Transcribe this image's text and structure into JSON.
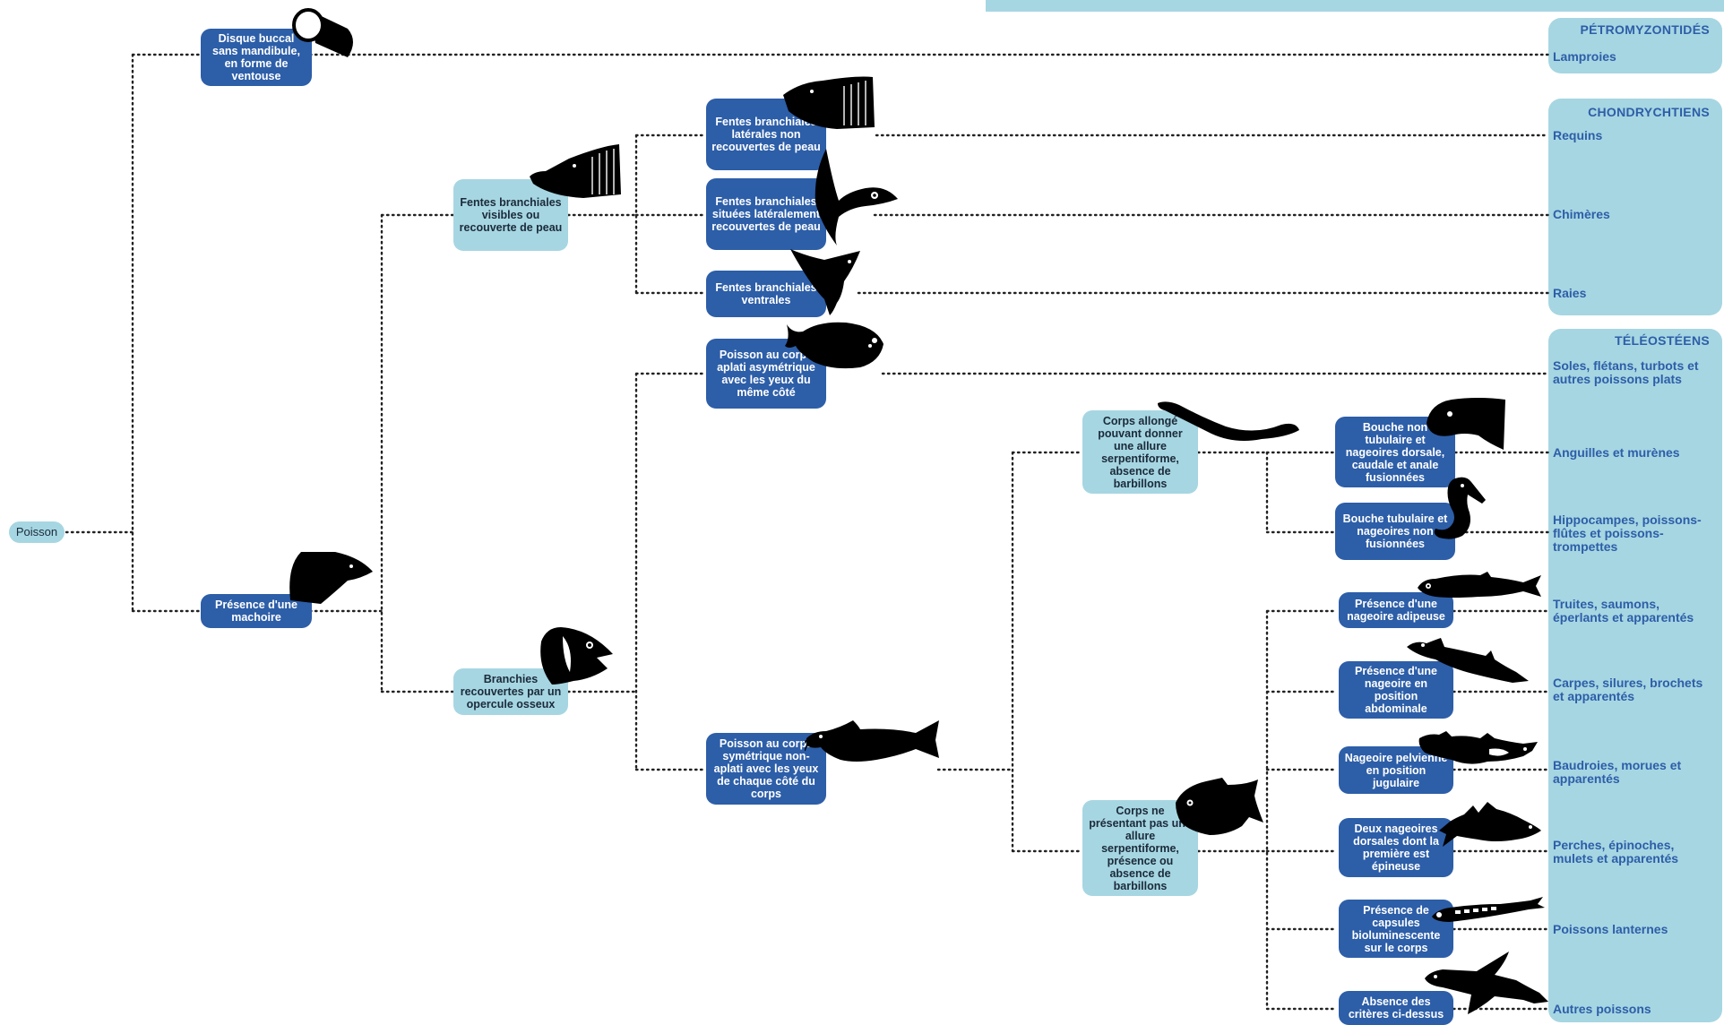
{
  "root": "Poisson",
  "characters": {
    "disque": "Disque buccal sans mandibule, en forme de ventouse",
    "machoire": "Présence d'une machoire",
    "fentes_visibles": "Fentes branchiales visibles ou recouverte de peau",
    "branchies_opercule": "Branchies recouvertes par un opercule osseux",
    "fentes_laterales_non": "Fentes branchiales latérales non recouvertes de peau",
    "fentes_laterales_rec": "Fentes branchiales situées latéralement recouvertes de peau",
    "fentes_ventrales": "Fentes branchiales ventrales",
    "aplati": "Poisson au corps aplati asymétrique avec les yeux du même côté",
    "symetrique": "Poisson au corps symétrique non-aplati avec les yeux de chaque côté du corps",
    "allonge": "Corps allongé pouvant donner une allure serpentiforme, absence de barbillons",
    "non_allonge": "Corps ne présentant pas une allure serpentiforme, présence ou absence de barbillons",
    "bouche_non_tub": "Bouche non tubulaire et nageoires dorsale, caudale et anale fusionnées",
    "bouche_tub": "Bouche tubulaire et nageoires non fusionnées",
    "adipeuse": "Présence d'une nageoire adipeuse",
    "abdominale": "Présence d'une nageoire en position abdominale",
    "jugulaire": "Nageoire pelvienne en position jugulaire",
    "deux_dorsales": "Deux nageoires dorsales dont la première est épineuse",
    "capsules": "Présence de capsules bioluminescente sur le corps",
    "absence": "Absence des critères ci-dessus"
  },
  "groups": {
    "petro": "PÉTROMYZONTIDÉS",
    "chondry": "CHONDRYCHTIENS",
    "teleo": "TÉLÉOSTÉENS"
  },
  "leaves": {
    "lamproies": "Lamproies",
    "requins": "Requins",
    "chimeres": "Chimères",
    "raies": "Raies",
    "soles": "Soles, flétans, turbots et autres poissons plats",
    "anguilles": "Anguilles et murènes",
    "hippocampes": "Hippocampes, poissons-flûtes et poissons-trompettes",
    "truites": "Truites, saumons, éperlants et apparentés",
    "carpes": "Carpes, silures, brochets et apparentés",
    "baudroies": "Baudroies, morues et apparentés",
    "perches": "Perches, épinoches, mulets et apparentés",
    "lanternes": "Poissons lanternes",
    "autres": "Autres poissons"
  },
  "icons": [
    "lamprey-mouth-icon",
    "shark-head-icon",
    "gill-slits-icon",
    "chimaera-icon",
    "ray-icon",
    "flatfish-icon",
    "gill-cover-icon",
    "catfish-icon",
    "eel-icon",
    "moray-icon",
    "seahorse-icon",
    "trout-icon",
    "pike-icon",
    "cod-icon",
    "perch-icon",
    "piranha-icon",
    "lanternfish-icon",
    "flyingfish-icon"
  ],
  "colors": {
    "dark_node": "#2d5ea8",
    "light_node": "#a6d6e2",
    "group_bg": "#a6d6e2",
    "leaf_text": "#2d5ea8",
    "line": "#222222"
  }
}
